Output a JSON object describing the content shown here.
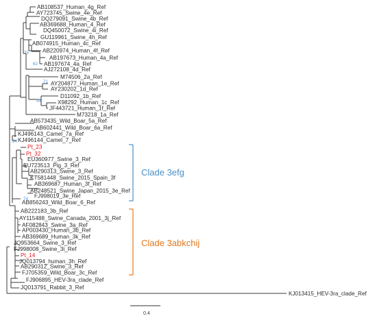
{
  "leaves": [
    {
      "id": "ab108537",
      "label": "AB108537_Human_4g_Ref"
    },
    {
      "id": "ay723745",
      "label": "AY723745_Swine_4e_Ref"
    },
    {
      "id": "dq279091",
      "label": "DQ279091_Swine_4b_Ref"
    },
    {
      "id": "ab369688",
      "label": "AB369688_Human_4_Ref"
    },
    {
      "id": "dq450072",
      "label": "DQ450072_Swine_4i_Ref"
    },
    {
      "id": "gu119961",
      "label": "GU119961_Swine_4h_Ref"
    },
    {
      "id": "ab074915",
      "label": "AB074915_Human_4c_Ref"
    },
    {
      "id": "ab220974",
      "label": "AB220974_Human_4f_Ref"
    },
    {
      "id": "ab197673",
      "label": "AB197673_Human_4a_Ref"
    },
    {
      "id": "ab197674",
      "label": "AB197674_4a_Ref"
    },
    {
      "id": "aj272108",
      "label": "AJ272108_4d_Ref"
    },
    {
      "id": "m74506",
      "label": "M74506_2a_Ref"
    },
    {
      "id": "ay204877",
      "label": "AY204877_Human_1e_Ref"
    },
    {
      "id": "ay230202",
      "label": "AY230202_1d_Ref"
    },
    {
      "id": "d11092",
      "label": "D11092_1b_Ref"
    },
    {
      "id": "x98292",
      "label": "X98292_Human_1c_Ref"
    },
    {
      "id": "jf443721",
      "label": "JF443721_Human_1f_Ref"
    },
    {
      "id": "m73218",
      "label": "M73218_1a_Ref"
    },
    {
      "id": "ab573435",
      "label": "AB573435_Wild_Boar_5a_Ref"
    },
    {
      "id": "ab602441",
      "label": "AB602441_Wild_Boar_6a_Ref"
    },
    {
      "id": "kj496143",
      "label": "KJ496143_Camel_7a_Ref"
    },
    {
      "id": "kj496144",
      "label": "KJ496144_Camel_7_Ref"
    },
    {
      "id": "pt23",
      "label": "Pt_23",
      "highlight": true
    },
    {
      "id": "pt32",
      "label": "Pt_32",
      "highlight": true
    },
    {
      "id": "eu360977",
      "label": "EU360977_Swine_3_Ref"
    },
    {
      "id": "eu723513",
      "label": "EU723513_Pig_3_Ref"
    },
    {
      "id": "ab290313",
      "label": "AB290313_Swine_3_Ref"
    },
    {
      "id": "kt581448",
      "label": "KT581448_Swine_2015_Spain_3f"
    },
    {
      "id": "ab369687",
      "label": "AB369687_Human_3f_Ref"
    },
    {
      "id": "ab248521",
      "label": "AB248521_Swine_Japan_2015_3e_Ref"
    },
    {
      "id": "fj998019",
      "label": "FJ998019_3e_Ref"
    },
    {
      "id": "ab856243",
      "label": "AB856243_Wild_Boar_6_Ref"
    },
    {
      "id": "ab222183",
      "label": "AB222183_3b_Ref"
    },
    {
      "id": "ay115488",
      "label": "AY115488_Swine_Canada_2001_3j_Ref"
    },
    {
      "id": "af082843",
      "label": "AF082843_Swine_3a_Ref"
    },
    {
      "id": "ap003430",
      "label": "AP003430_Human_3b_Ref"
    },
    {
      "id": "ab369689",
      "label": "AB369689_Human_3k_Ref"
    },
    {
      "id": "jq953664",
      "label": "JQ953664_Swine_3_Ref"
    },
    {
      "id": "fj998008",
      "label": "FJ998008_Swine_3i_Ref"
    },
    {
      "id": "pt14",
      "label": "Pt_14",
      "highlight": true
    },
    {
      "id": "jq013794",
      "label": "JQ013794_human_3h_Ref"
    },
    {
      "id": "ab290312",
      "label": "AB290312_Swine_3_Ref"
    },
    {
      "id": "fj705359",
      "label": "FJ705359_Wild_Boar_3c_Ref"
    },
    {
      "id": "fj906895",
      "label": "FJ906895_HEV-3ra_clade_Ref"
    },
    {
      "id": "jq013791",
      "label": "JQ013791_Rabbit_3_Ref"
    },
    {
      "id": "kj013415",
      "label": "KJ013415_HEV-3ra_clade_Ref"
    }
  ],
  "bootstrap": [
    "75",
    "62",
    "71",
    "99",
    "94",
    "74"
  ],
  "clades": [
    {
      "label": "Clade 3efg",
      "color": "#4a90c8"
    },
    {
      "label": "Clade 3abkchij",
      "color": "#e2771f"
    }
  ],
  "scale_bar": {
    "label": "0.4"
  },
  "colors": {
    "highlight": "#e8141b",
    "bootstrap": "#4a90d0",
    "branch": "#3a3a3a"
  }
}
